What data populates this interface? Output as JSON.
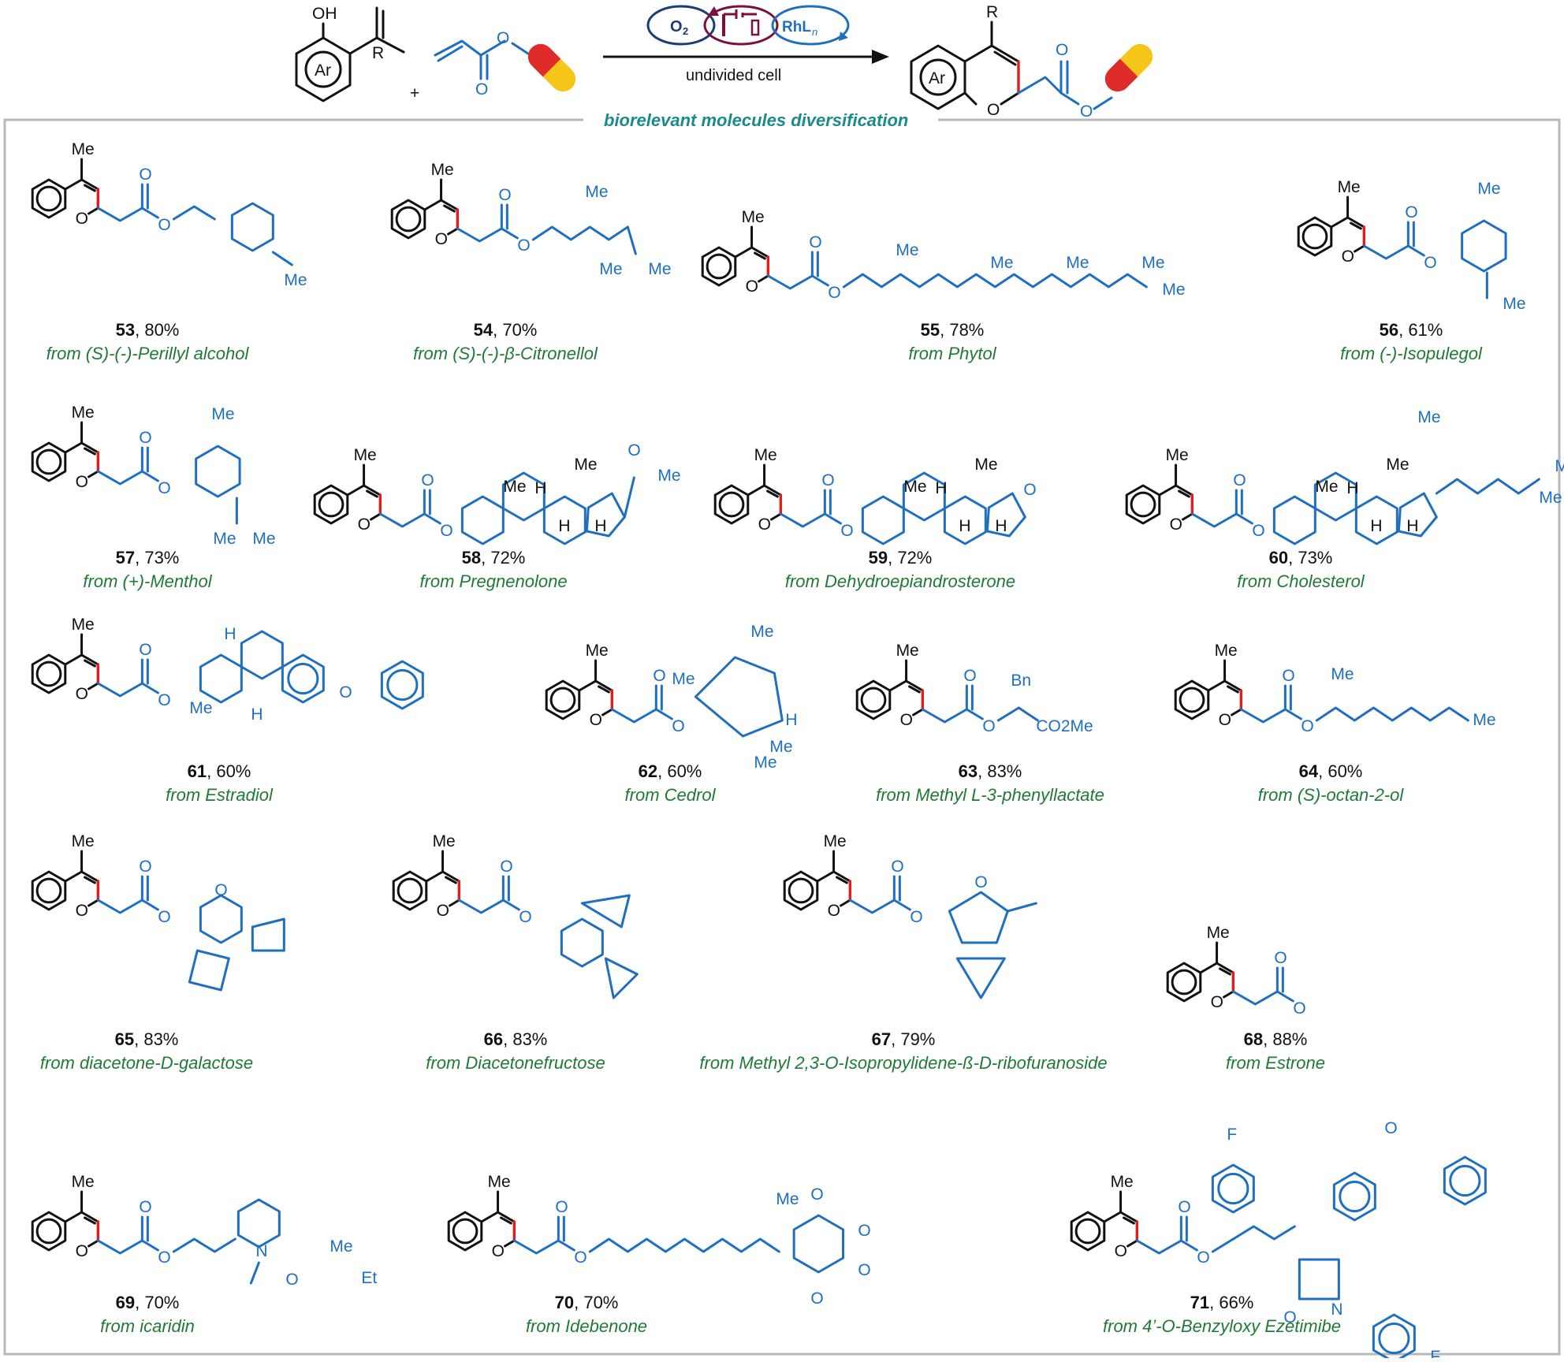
{
  "colors": {
    "scaffold": "#111111",
    "biomolecule": "#1f6fc0",
    "new_bond": "#e01e1e",
    "source": "#1f7a35",
    "banner": "#1a8a8a",
    "frame": "#b9b9b9"
  },
  "scheme": {
    "labels": {
      "oh": "OH",
      "r": "R",
      "ar": "Ar",
      "plus": "+",
      "o": "O",
      "o2": "O",
      "o2_sub": "2",
      "rh": "RhL",
      "rh_sub": "n",
      "condition": "undivided cell"
    },
    "icons": [
      "capsule-icon",
      "electrode-icon",
      "redox-cycle-icon"
    ]
  },
  "section_title": "biorelevant molecules diversification",
  "atom_labels": {
    "me": "Me",
    "o": "O",
    "h": "H",
    "n": "N",
    "f": "F",
    "bn": "Bn",
    "et": "Et",
    "co2me": "CO2Me"
  },
  "compounds": [
    {
      "num": "53",
      "yield": ", 80%",
      "source": "from (S)-(-)-Perillyl alcohol"
    },
    {
      "num": "54",
      "yield": ", 70%",
      "source": "from (S)-(-)-β-Citronellol"
    },
    {
      "num": "55",
      "yield": ", 78%",
      "source": "from Phytol"
    },
    {
      "num": "56",
      "yield": ", 61%",
      "source": "from (-)-Isopulegol"
    },
    {
      "num": "57",
      "yield": ", 73%",
      "source": "from (+)-Menthol"
    },
    {
      "num": "58",
      "yield": ", 72%",
      "source": "from Pregnenolone"
    },
    {
      "num": "59",
      "yield": ", 72%",
      "source": "from Dehydroepiandrosterone"
    },
    {
      "num": "60",
      "yield": ", 73%",
      "source": "from Cholesterol"
    },
    {
      "num": "61",
      "yield": ", 60%",
      "source": "from Estradiol"
    },
    {
      "num": "62",
      "yield": ", 60%",
      "source": "from Cedrol"
    },
    {
      "num": "63",
      "yield": ", 83%",
      "source": "from Methyl L-3-phenyllactate"
    },
    {
      "num": "64",
      "yield": ", 60%",
      "source": "from (S)-octan-2-ol"
    },
    {
      "num": "65",
      "yield": ", 83%",
      "source": "from diacetone-D-galactose"
    },
    {
      "num": "66",
      "yield": ", 83%",
      "source": "from Diacetonefructose"
    },
    {
      "num": "67",
      "yield": ", 79%",
      "source": "from Methyl 2,3-O-Isopropylidene-ß-D-ribofuranoside"
    },
    {
      "num": "68",
      "yield": ", 88%",
      "source": "from Estrone"
    },
    {
      "num": "69",
      "yield": ", 70%",
      "source": "from icaridin"
    },
    {
      "num": "70",
      "yield": ", 70%",
      "source": "from Idebenone"
    },
    {
      "num": "71",
      "yield": ", 66%",
      "source": "from 4’-O-Benzyloxy Ezetimibe"
    }
  ]
}
